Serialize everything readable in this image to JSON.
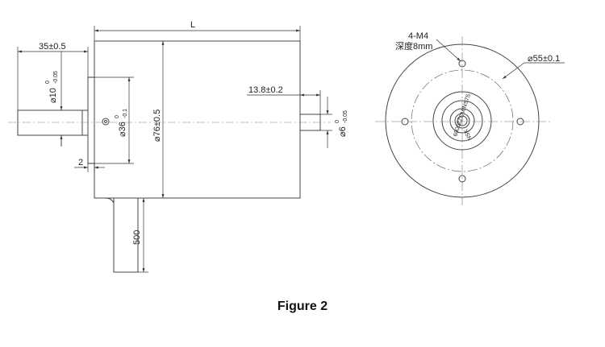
{
  "caption": "Figure 2",
  "side_view": {
    "length": "L",
    "shaft_length_left": "35±0.5",
    "shaft_dia_left": "⌀10",
    "shaft_dia_left_tol_upper": "0",
    "shaft_dia_left_tol_lower": "-0.05",
    "pilot_dia": "⌀36",
    "pilot_dia_tol_upper": "0",
    "pilot_dia_tol_lower": "-0.1",
    "body_dia": "⌀76±0.5",
    "flange_thickness": "2",
    "shaft_length_right": "13.8±0.2",
    "shaft_dia_right": "⌀6",
    "shaft_dia_right_tol_upper": "0",
    "shaft_dia_right_tol_lower": "-0.05",
    "cable_length": "500"
  },
  "front_view": {
    "holes_label": "4-M4",
    "holes_depth": "深度8mm",
    "bolt_circle": "⌀55±0.1",
    "bearing_marking": "6000ZZCM/NS7S",
    "bearing_brand": "NSK"
  },
  "colors": {
    "line": "#444444",
    "dim": "#333333",
    "center": "#555555"
  }
}
